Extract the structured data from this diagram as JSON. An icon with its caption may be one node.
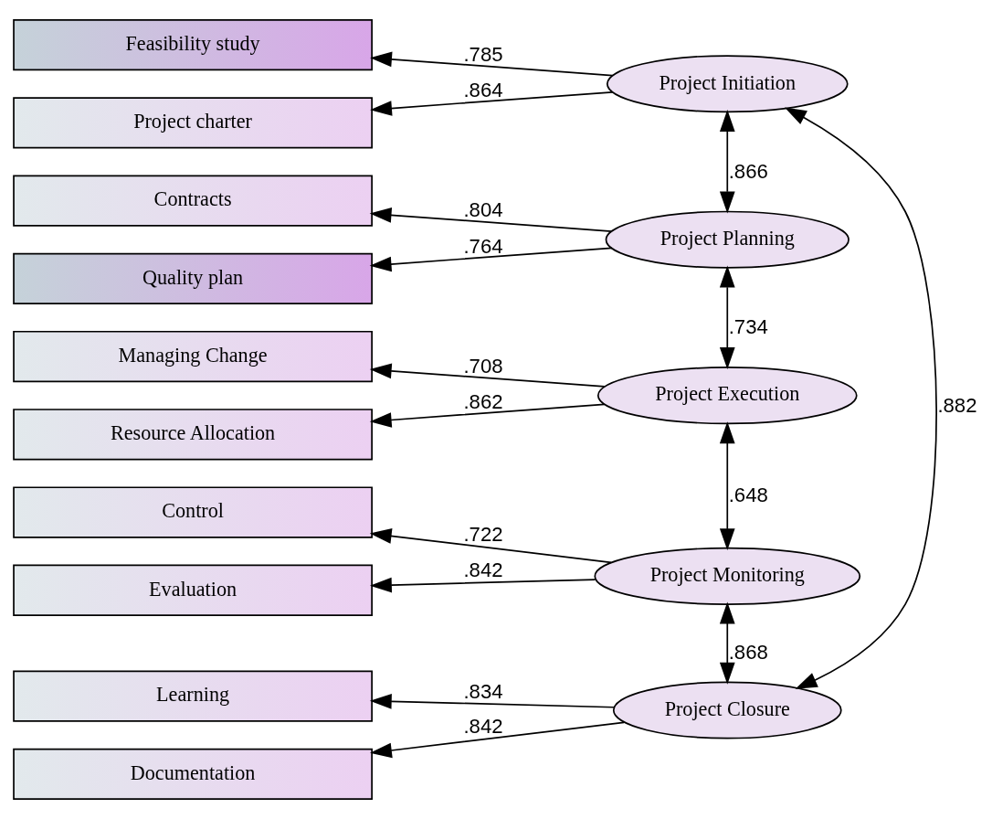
{
  "diagram": {
    "nodes": [
      {
        "text": [
          "Feasibility study"
        ]
      },
      {
        "text": [
          "Project Initiation"
        ]
      },
      {
        "text": [
          "Project charter"
        ]
      },
      {
        "text": [
          "Contracts"
        ]
      },
      {
        "text": [
          "Project Planning"
        ]
      },
      {
        "text": [
          "Quality plan"
        ]
      },
      {
        "text": [
          "Managing Change"
        ]
      },
      {
        "text": [
          "Project Execution"
        ]
      },
      {
        "text": [
          "Resource Allocation"
        ]
      },
      {
        "text": [
          "Control"
        ]
      },
      {
        "text": [
          "Project Monitoring"
        ]
      },
      {
        "text": [
          "Evaluation"
        ]
      },
      {
        "text": [
          "Learning"
        ]
      },
      {
        "text": [
          "Project Closure"
        ]
      },
      {
        "text": [
          "Documentation"
        ]
      }
    ],
    "edges": [
      {
        "from": 1,
        "to": 0,
        "arrow": "to",
        "label": ".785"
      },
      {
        "from": 1,
        "to": 2,
        "arrow": "to",
        "label": ".864"
      },
      {
        "from": 4,
        "to": 3,
        "arrow": "to",
        "label": ".804"
      },
      {
        "from": 4,
        "to": 5,
        "arrow": "to",
        "label": ".764"
      },
      {
        "from": 7,
        "to": 6,
        "arrow": "to",
        "label": ".708"
      },
      {
        "from": 7,
        "to": 8,
        "arrow": "to",
        "label": ".862"
      },
      {
        "from": 10,
        "to": 9,
        "arrow": "to",
        "label": ".722"
      },
      {
        "from": 10,
        "to": 11,
        "arrow": "to",
        "label": ".842"
      },
      {
        "from": 13,
        "to": 12,
        "arrow": "to",
        "label": ".834"
      },
      {
        "from": 13,
        "to": 14,
        "arrow": "to",
        "label": ".842"
      },
      {
        "from": 1,
        "to": 4,
        "arrow": "both",
        "label": ".866"
      },
      {
        "from": 4,
        "to": 7,
        "arrow": "both",
        "label": ".734"
      },
      {
        "from": 7,
        "to": 10,
        "arrow": "both",
        "label": ".648"
      },
      {
        "from": 10,
        "to": 13,
        "arrow": "both",
        "label": ".868"
      },
      {
        "from": 1,
        "to": 13,
        "arrow": "both",
        "label": ".882"
      }
    ]
  }
}
